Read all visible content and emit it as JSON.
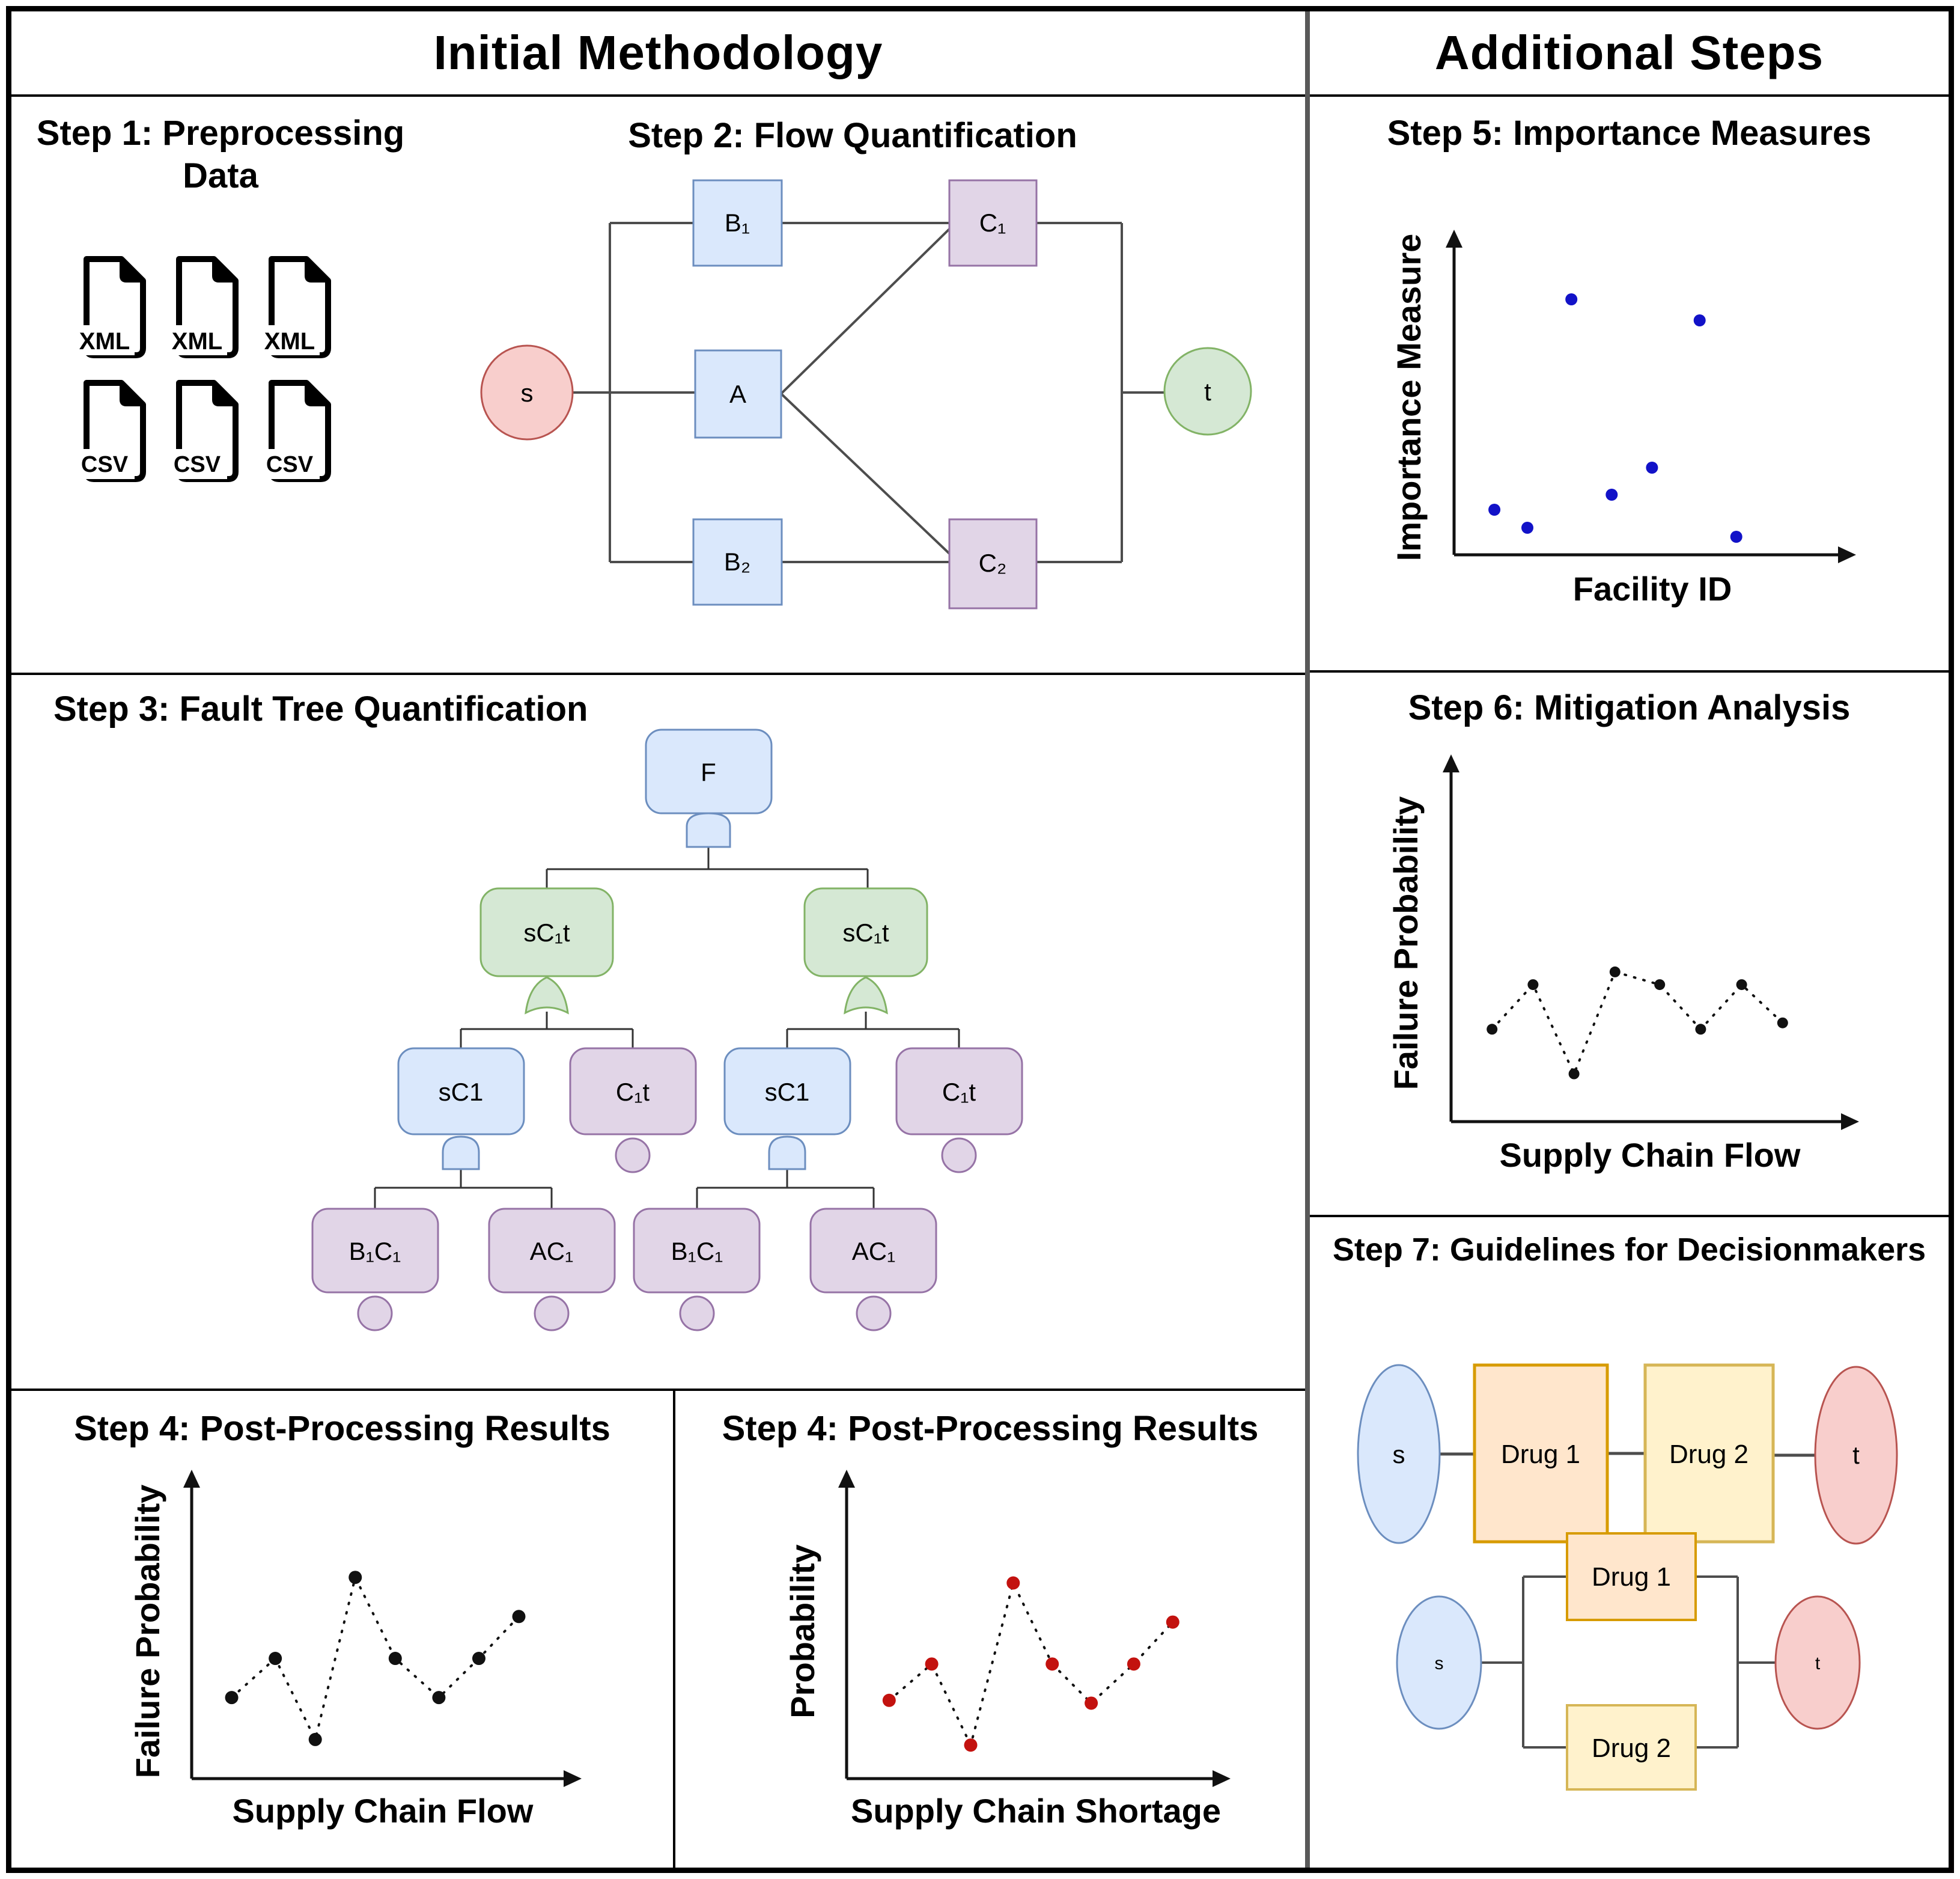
{
  "header": {
    "left": "Initial Methodology",
    "right": "Additional Steps"
  },
  "step1": {
    "title": "Step 1: Preprocessing Data",
    "files": [
      "XML",
      "XML",
      "XML",
      "CSV",
      "CSV",
      "CSV"
    ]
  },
  "step2": {
    "title": "Step 2: Flow Quantification",
    "nodes": {
      "s": "s",
      "b1": "B₁",
      "a": "A",
      "b2": "B₂",
      "c1": "C₁",
      "c2": "C₂",
      "t": "t"
    }
  },
  "step3": {
    "title": "Step 3: Fault Tree Quantification",
    "nodes": {
      "top": "F",
      "or_left": "sC₁t",
      "or_right": "sC₁t",
      "sc1_left": "sC1",
      "c1t_left": "C₁t",
      "sc1_right": "sC1",
      "c1t_right": "C₁t",
      "leaf1": "B₁C₁",
      "leaf2": "AC₁",
      "leaf3": "B₁C₁",
      "leaf4": "AC₁"
    }
  },
  "step7": {
    "title": "Step 7: Guidelines for Decisionmakers",
    "series": {
      "s": "s",
      "drug1": "Drug 1",
      "drug2": "Drug 2",
      "t": "t"
    },
    "parallel": {
      "s": "s",
      "drug1": "Drug 1",
      "drug2": "Drug 2",
      "t": "t"
    }
  },
  "chart_data": {
    "step4_left": {
      "type": "scatter",
      "title": "Step 4: Post-Processing Results",
      "xlabel": "Supply Chain Flow",
      "ylabel": "Failure Probability",
      "line": "dotted",
      "dot_color": "#111111",
      "points": [
        [
          0.11,
          0.29
        ],
        [
          0.23,
          0.43
        ],
        [
          0.34,
          0.14
        ],
        [
          0.45,
          0.72
        ],
        [
          0.56,
          0.43
        ],
        [
          0.68,
          0.29
        ],
        [
          0.79,
          0.43
        ],
        [
          0.9,
          0.58
        ]
      ]
    },
    "step4_right": {
      "type": "scatter",
      "title": "Step 4: Post-Processing Results",
      "xlabel": "Supply Chain Shortage",
      "ylabel": "Probability",
      "line": "dotted",
      "dot_color": "#c3120f",
      "points": [
        [
          0.12,
          0.28
        ],
        [
          0.24,
          0.41
        ],
        [
          0.35,
          0.12
        ],
        [
          0.47,
          0.7
        ],
        [
          0.58,
          0.41
        ],
        [
          0.69,
          0.27
        ],
        [
          0.81,
          0.41
        ],
        [
          0.92,
          0.56
        ]
      ]
    },
    "step5": {
      "type": "scatter",
      "title": "Step 5: Importance Measures",
      "xlabel": "Facility ID",
      "ylabel": "Importance Measure",
      "line": "none",
      "dot_color": "#1212c8",
      "points": [
        [
          0.32,
          0.85
        ],
        [
          0.67,
          0.78
        ],
        [
          0.54,
          0.29
        ],
        [
          0.43,
          0.2
        ],
        [
          0.11,
          0.15
        ],
        [
          0.2,
          0.09
        ],
        [
          0.77,
          0.06
        ]
      ]
    },
    "step6": {
      "type": "scatter",
      "title": "Step 6: Mitigation Analysis",
      "xlabel": "Supply Chain Flow",
      "ylabel": "Failure Probability",
      "line": "dotted",
      "dot_color": "#111111",
      "points": [
        [
          0.11,
          0.29
        ],
        [
          0.22,
          0.43
        ],
        [
          0.33,
          0.15
        ],
        [
          0.44,
          0.47
        ],
        [
          0.56,
          0.43
        ],
        [
          0.67,
          0.29
        ],
        [
          0.78,
          0.43
        ],
        [
          0.89,
          0.31
        ]
      ]
    }
  }
}
